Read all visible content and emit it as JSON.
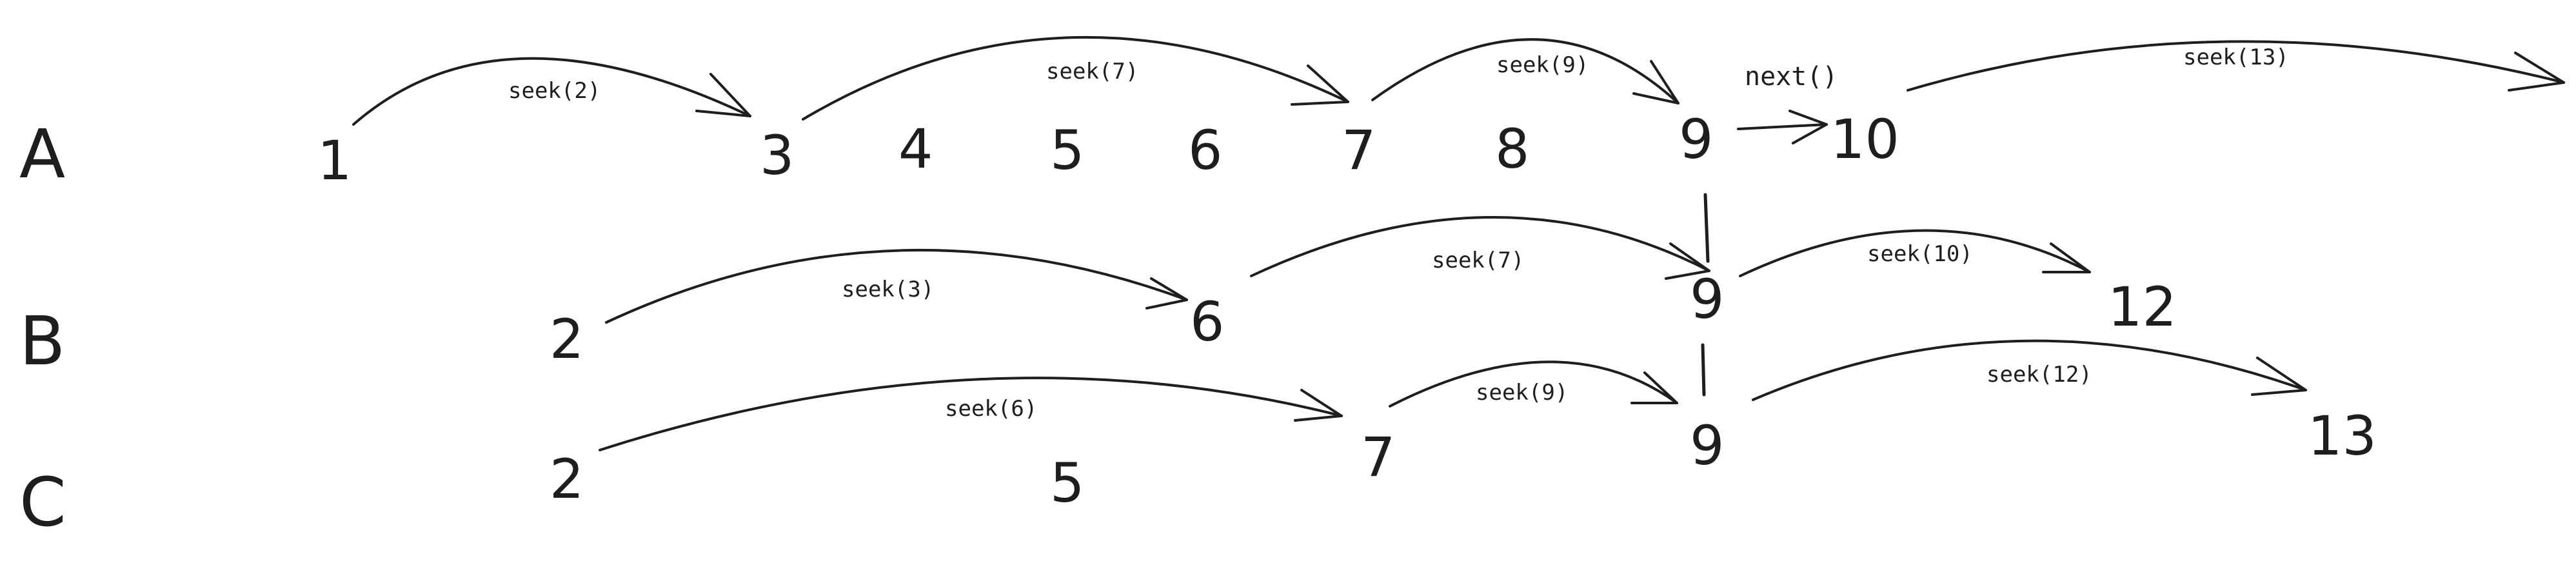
{
  "rows": [
    {
      "id": "A",
      "label": "A",
      "values": [
        "1",
        "3",
        "4",
        "5",
        "6",
        "7",
        "8",
        "9",
        "10"
      ]
    },
    {
      "id": "B",
      "label": "B",
      "values": [
        "2",
        "6",
        "9",
        "12"
      ]
    },
    {
      "id": "C",
      "label": "C",
      "values": [
        "2",
        "5",
        "7",
        "9",
        "13"
      ]
    }
  ],
  "operations": [
    {
      "row": "A",
      "label": "seek(2)",
      "from": "1",
      "to": "3"
    },
    {
      "row": "A",
      "label": "seek(7)",
      "from": "3",
      "to": "7"
    },
    {
      "row": "A",
      "label": "seek(9)",
      "from": "7",
      "to": "9"
    },
    {
      "row": "A",
      "label": "next()",
      "from": "9",
      "to": "10"
    },
    {
      "row": "A",
      "label": "seek(13)",
      "from": "10",
      "to": null
    },
    {
      "row": "B",
      "label": "seek(3)",
      "from": "2",
      "to": "6"
    },
    {
      "row": "B",
      "label": "seek(7)",
      "from": "6",
      "to": "9"
    },
    {
      "row": "B",
      "label": "seek(10)",
      "from": "9",
      "to": "12"
    },
    {
      "row": "C",
      "label": "seek(6)",
      "from": "2",
      "to": "7"
    },
    {
      "row": "C",
      "label": "seek(9)",
      "from": "7",
      "to": "9"
    },
    {
      "row": "C",
      "label": "seek(12)",
      "from": "9",
      "to": "13"
    }
  ]
}
